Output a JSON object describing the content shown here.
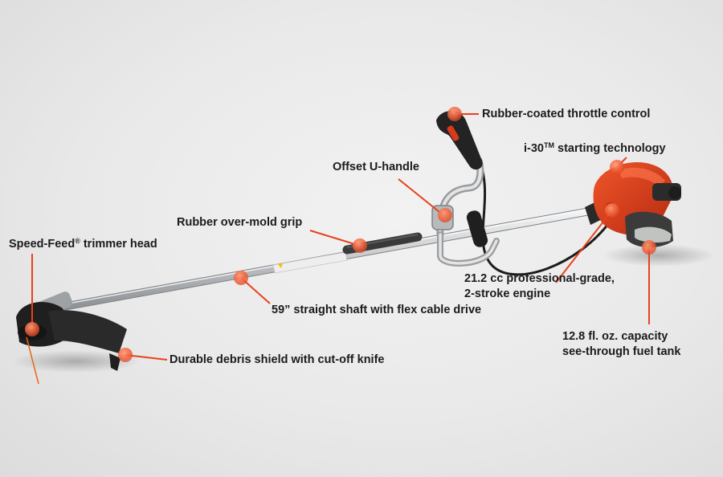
{
  "accent_color": "#e8421c",
  "product_colors": {
    "engine_orange": "#d93a1a",
    "shaft": "#c5c7c9",
    "handle": "#2a2a2a"
  },
  "callouts": {
    "throttle": {
      "text": "Rubber-coated throttle control"
    },
    "i30": {
      "text_a": "i-30",
      "text_sup": "TM",
      "text_b": " starting technology"
    },
    "u_handle": {
      "text": "Offset U-handle"
    },
    "grip": {
      "text": "Rubber over-mold grip"
    },
    "speed_feed": {
      "text_a": "Speed-Feed",
      "text_sup": "®",
      "text_b": " trimmer head"
    },
    "engine": {
      "line1": "21.2 cc professional-grade,",
      "line2": "2-stroke engine"
    },
    "shaft": {
      "text": "59” straight shaft with flex cable drive"
    },
    "fuel_tank": {
      "line1": "12.8 fl. oz. capacity",
      "line2": "see-through fuel tank"
    },
    "debris_shield": {
      "text": "Durable debris shield with cut-off knife"
    }
  }
}
